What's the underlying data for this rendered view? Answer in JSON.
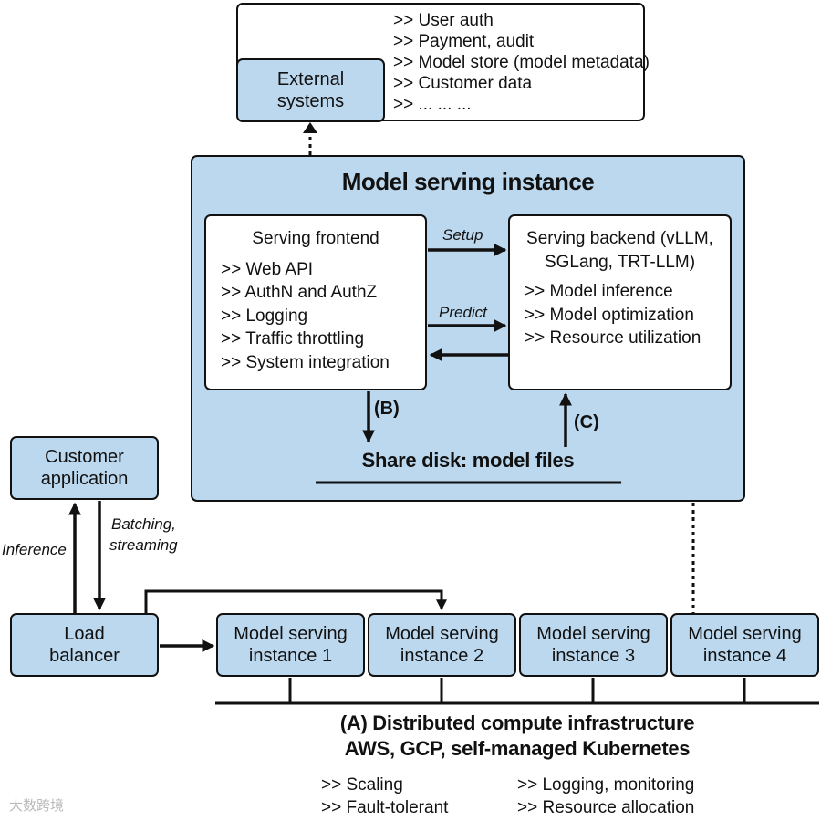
{
  "external_list": {
    "items": [
      ">> User auth",
      ">> Payment, audit",
      ">> Model store (model metadata)",
      ">> Customer data",
      ">> ... ... ..."
    ]
  },
  "external_systems": {
    "label_line1": "External",
    "label_line2": "systems"
  },
  "instance": {
    "title": "Model serving instance",
    "frontend": {
      "title": "Serving frontend",
      "items": [
        ">> Web API",
        ">> AuthN and AuthZ",
        ">> Logging",
        ">> Traffic throttling",
        ">> System integration"
      ]
    },
    "backend": {
      "title_line1": "Serving backend (vLLM,",
      "title_line2": "SGLang, TRT-LLM)",
      "items": [
        ">> Model inference",
        ">> Model optimization",
        ">> Resource utilization"
      ]
    },
    "setup_label": "Setup",
    "predict_label": "Predict",
    "b_label": "(B)",
    "c_label": "(C)",
    "disk_label": "Share disk: model files"
  },
  "customer_app": {
    "line1": "Customer",
    "line2": "application"
  },
  "inference_label": "Inference",
  "batching_line1": "Batching,",
  "batching_line2": "streaming",
  "load_balancer": {
    "line1": "Load",
    "line2": "balancer"
  },
  "serving_instances": [
    {
      "line1": "Model serving",
      "line2": "instance 1"
    },
    {
      "line1": "Model serving",
      "line2": "instance 2"
    },
    {
      "line1": "Model serving",
      "line2": "instance 3"
    },
    {
      "line1": "Model serving",
      "line2": "instance 4"
    }
  ],
  "infra": {
    "title_line1": "(A) Distributed compute infrastructure",
    "title_line2": "AWS, GCP, self-managed Kubernetes",
    "left_items": [
      ">> Scaling",
      ">> Fault-tolerant"
    ],
    "right_items": [
      ">> Logging, monitoring",
      ">> Resource allocation"
    ]
  },
  "watermark": "大数跨境",
  "colors": {
    "box_fill": "#bcd8ee",
    "stroke": "#111111"
  }
}
